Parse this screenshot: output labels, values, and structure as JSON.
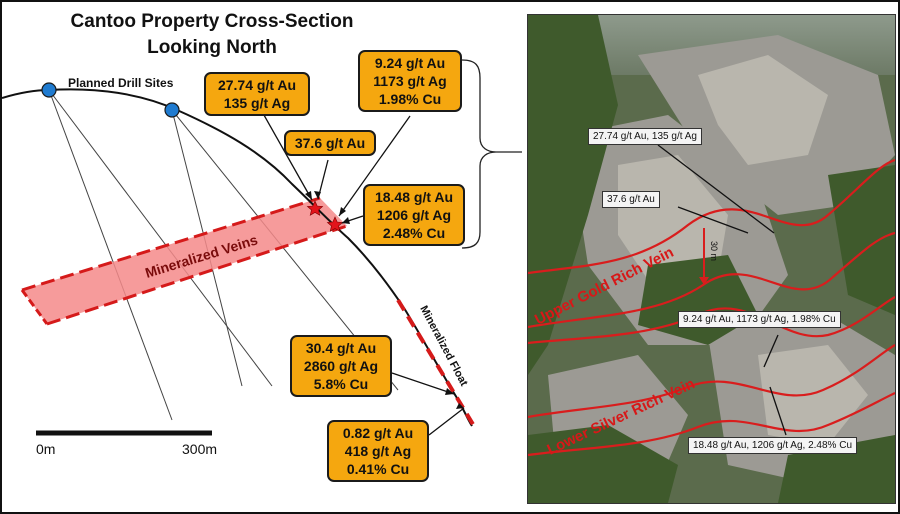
{
  "title_line1": "Cantoo Property Cross-Section",
  "title_line2": "Looking North",
  "planned_drill_sites": "Planned Drill Sites",
  "mineralized_veins": "Mineralized Veins",
  "mineralized_float": "Mineralized Float",
  "scale": {
    "start": "0m",
    "end": "300m"
  },
  "assays": {
    "a1": {
      "l1": "27.74 g/t Au",
      "l2": "135 g/t Ag"
    },
    "a2": {
      "l1": "37.6 g/t Au"
    },
    "a3": {
      "l1": "9.24 g/t Au",
      "l2": "1173 g/t Ag",
      "l3": "1.98% Cu"
    },
    "a4": {
      "l1": "18.48 g/t Au",
      "l2": "1206 g/t Ag",
      "l3": "2.48% Cu"
    },
    "a5": {
      "l1": "30.4 g/t Au",
      "l2": "2860 g/t Ag",
      "l3": "5.8% Cu"
    },
    "a6": {
      "l1": "0.82 g/t Au",
      "l2": "418 g/t Ag",
      "l3": "0.41% Cu"
    }
  },
  "photo": {
    "label1": "27.74 g/t Au, 135 g/t Ag",
    "label2": "37.6 g/t Au",
    "label3": "9.24 g/t Au, 1173 g/t Ag, 1.98% Cu",
    "label4": "18.48 g/t Au, 1206 g/t Ag, 2.48% Cu",
    "distance": "30 m",
    "upper_vein": "Upper Gold Rich Vein",
    "lower_vein": "Lower Silver Rich Vein"
  },
  "colors": {
    "box_fill": "#f5a70f",
    "vein_fill": "#f48a8a",
    "vein_line": "#d51a1a",
    "drill_site": "#1f7bd0",
    "star": "#e3141b"
  }
}
